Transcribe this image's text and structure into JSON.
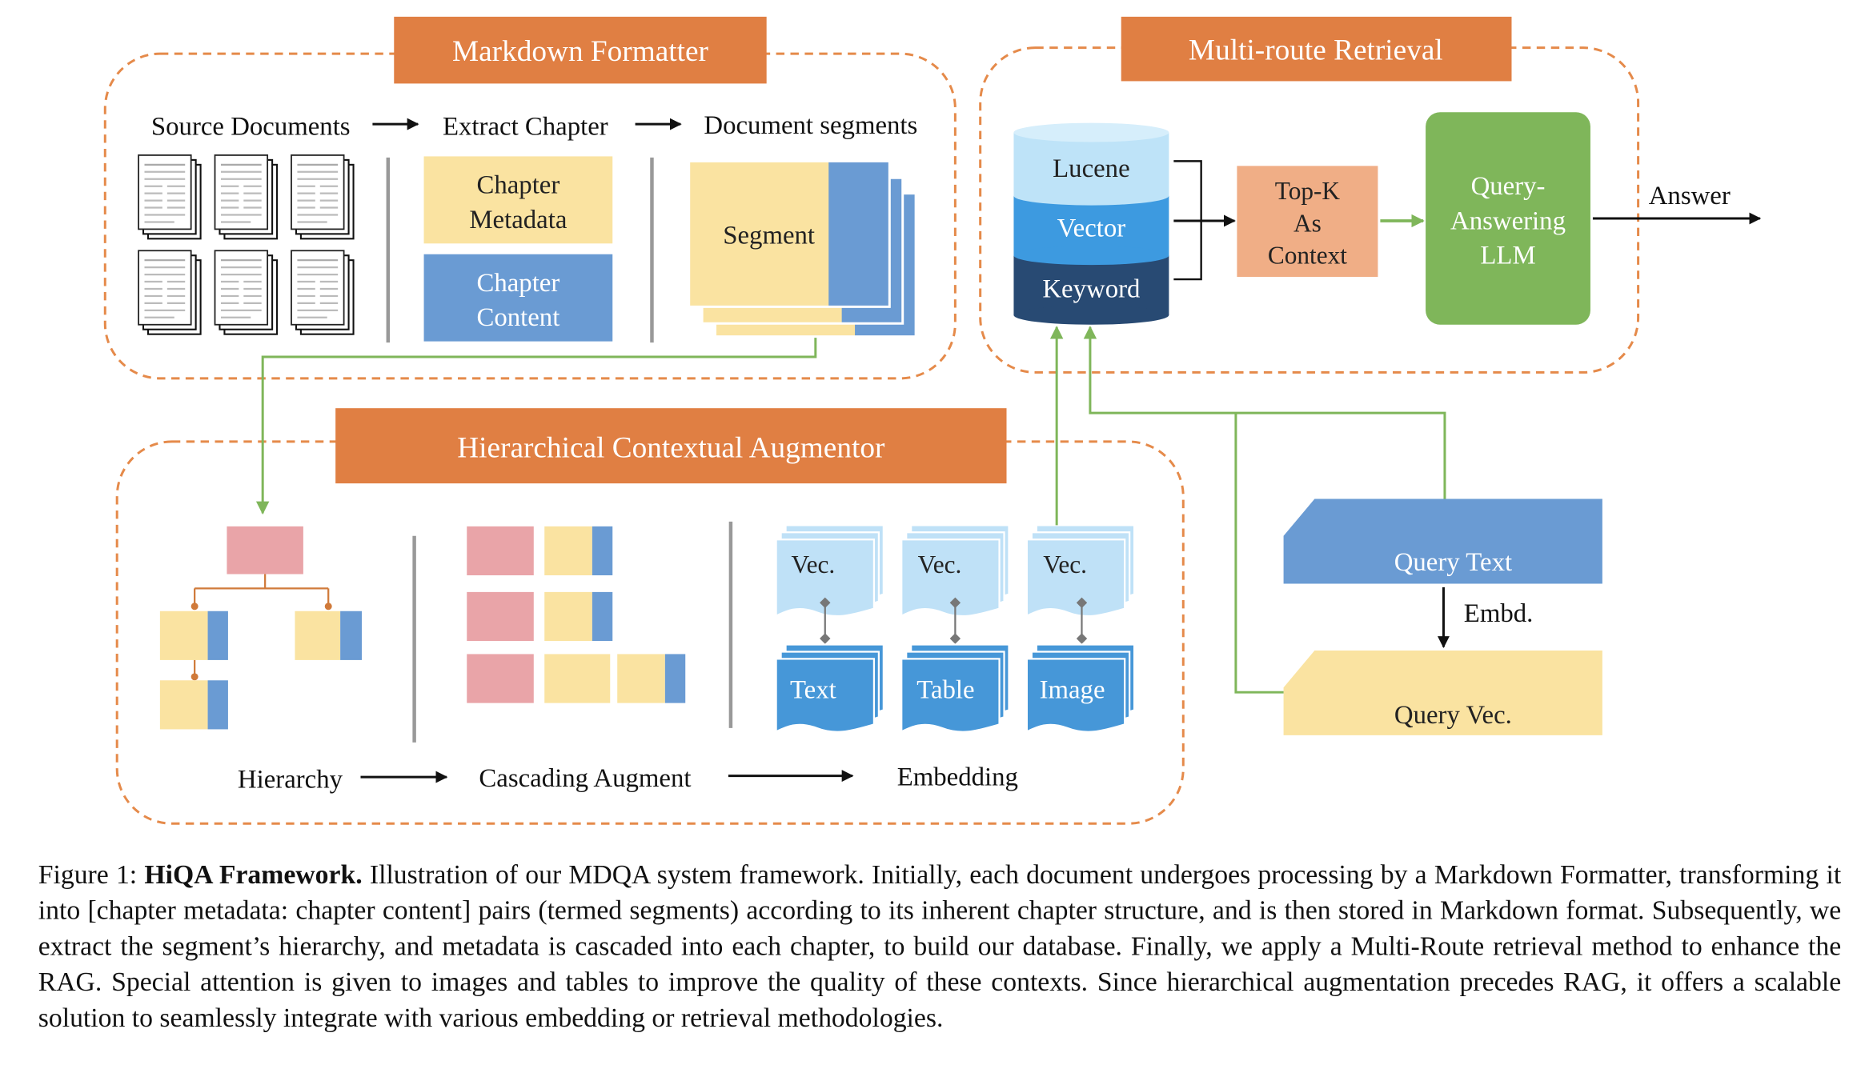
{
  "colors": {
    "orange": "#E07F43",
    "dash": "#E58A4A",
    "blue": "#6A9BD3",
    "yellow": "#FAE3A1",
    "pink": "#E9A4A8",
    "green": "#7FB65A",
    "salmon": "#F0AE86",
    "light_blue": "#BEE3F8",
    "mid_blue": "#3D9AE0",
    "navy": "#284A73",
    "vec_blue": "#BFE1F7",
    "leaf_blue": "#4697D8"
  },
  "markdown_formatter": {
    "title": "Markdown Formatter",
    "source_documents": "Source Documents",
    "extract_chapter": "Extract Chapter",
    "document_segments": "Document segments",
    "chapter_metadata": [
      "Chapter",
      "Metadata"
    ],
    "chapter_content": [
      "Chapter",
      "Content"
    ],
    "segment": "Segment"
  },
  "multi_route": {
    "title": "Multi-route Retrieval",
    "lucene": "Lucene",
    "vector": "Vector",
    "keyword": "Keyword",
    "topk": [
      "Top-K",
      "As",
      "Context"
    ],
    "llm": [
      "Query-",
      "Answering",
      "LLM"
    ],
    "answer": "Answer"
  },
  "augmentor": {
    "title": "Hierarchical Contextual Augmentor",
    "hierarchy": "Hierarchy",
    "cascading": "Cascading Augment",
    "embedding": "Embedding",
    "vec": "Vec.",
    "text": "Text",
    "table": "Table",
    "image": "Image"
  },
  "query": {
    "query_text": "Query Text",
    "embd": "Embd.",
    "query_vec": "Query Vec."
  },
  "caption": {
    "prefix": "Figure 1: ",
    "bold": "HiQA Framework.",
    "body": " Illustration of our MDQA system framework. Initially, each document undergoes processing by a Markdown Formatter, transforming it into [chapter metadata: chapter content] pairs (termed segments) according to its inherent chapter structure, and is then stored in Markdown format. Subsequently, we extract the segment’s hierarchy, and metadata is cascaded into each chapter, to build our database. Finally, we apply a Multi-Route retrieval method to enhance the RAG. Special attention is given to images and tables to improve the quality of these contexts. Since hierarchical augmentation precedes RAG, it offers a scalable solution to seamlessly integrate with various embedding or retrieval methodologies."
  }
}
